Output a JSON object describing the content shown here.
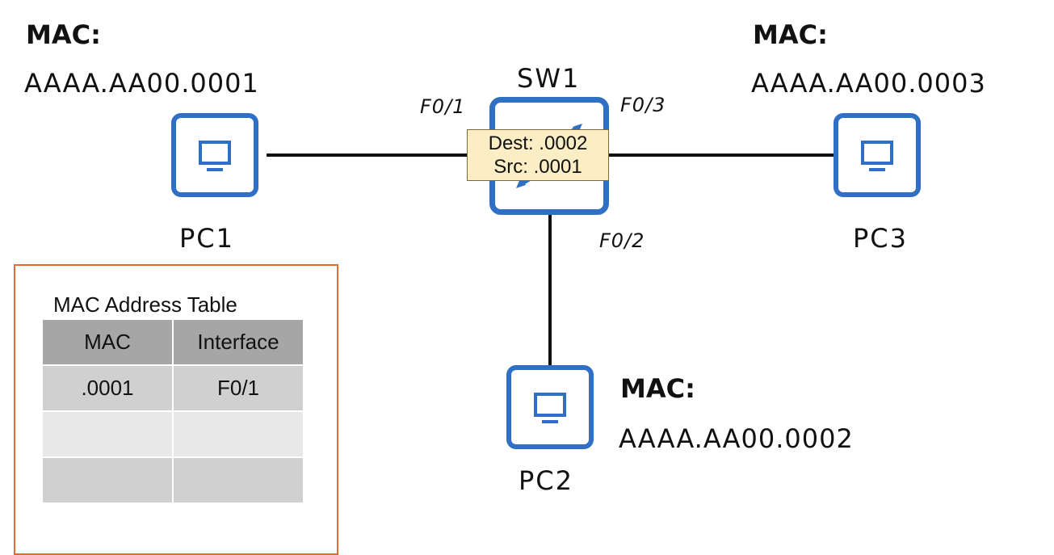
{
  "pc1": {
    "label": "PC1",
    "mac_label": "MAC:",
    "mac_address": "AAAA.AA00.0001"
  },
  "pc2": {
    "label": "PC2",
    "mac_label": "MAC:",
    "mac_address": "AAAA.AA00.0002"
  },
  "pc3": {
    "label": "PC3",
    "mac_label": "MAC:",
    "mac_address": "AAAA.AA00.0003"
  },
  "switch": {
    "label": "SW1",
    "ports": {
      "f01": "F0/1",
      "f02": "F0/2",
      "f03": "F0/3"
    }
  },
  "frame": {
    "dest": "Dest: .0002",
    "src": "Src: .0001"
  },
  "mac_table": {
    "title": "MAC Address Table",
    "headers": [
      "MAC",
      "Interface"
    ],
    "rows": [
      [
        ".0001",
        "F0/1"
      ],
      [
        "",
        ""
      ],
      [
        "",
        ""
      ]
    ]
  },
  "colors": {
    "device_blue": "#2f6fc4",
    "panel_border": "#e96a2a",
    "frame_fill": "#fbedc4"
  }
}
